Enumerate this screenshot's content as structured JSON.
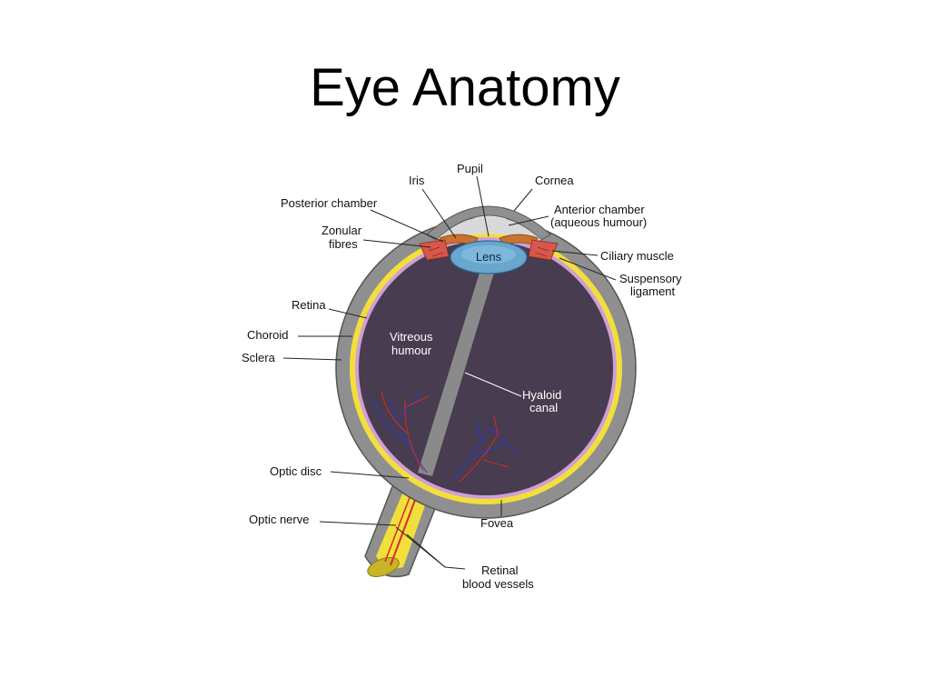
{
  "slide": {
    "title": "Eye Anatomy"
  },
  "diagram": {
    "labels": {
      "pupil": "Pupil",
      "iris": "Iris",
      "cornea": "Cornea",
      "posterior_chamber": "Posterior chamber",
      "anterior_chamber_1": "Anterior chamber",
      "anterior_chamber_2": "(aqueous humour)",
      "zonular_1": "Zonular",
      "zonular_2": "fibres",
      "lens": "Lens",
      "ciliary_muscle": "Ciliary muscle",
      "suspensory_1": "Suspensory",
      "suspensory_2": "ligament",
      "retina": "Retina",
      "choroid": "Choroid",
      "sclera": "Sclera",
      "vitreous_1": "Vitreous",
      "vitreous_2": "humour",
      "hyaloid_1": "Hyaloid",
      "hyaloid_2": "canal",
      "optic_disc": "Optic disc",
      "optic_nerve": "Optic nerve",
      "fovea": "Fovea",
      "retinal_vessels_1": "Retinal",
      "retinal_vessels_2": "blood vessels"
    },
    "colors": {
      "sclera": "#8f8f8f",
      "sclera_edge": "#555555",
      "choroid": "#f2df3c",
      "retina": "#cf9fd8",
      "vitreous": "#473c50",
      "lens": "#6aa7cf",
      "iris": "#c9732e",
      "ciliary": "#d8564a",
      "cornea": "#d9d9d9",
      "artery": "#d42a2a",
      "vein": "#2a3bc8"
    }
  }
}
